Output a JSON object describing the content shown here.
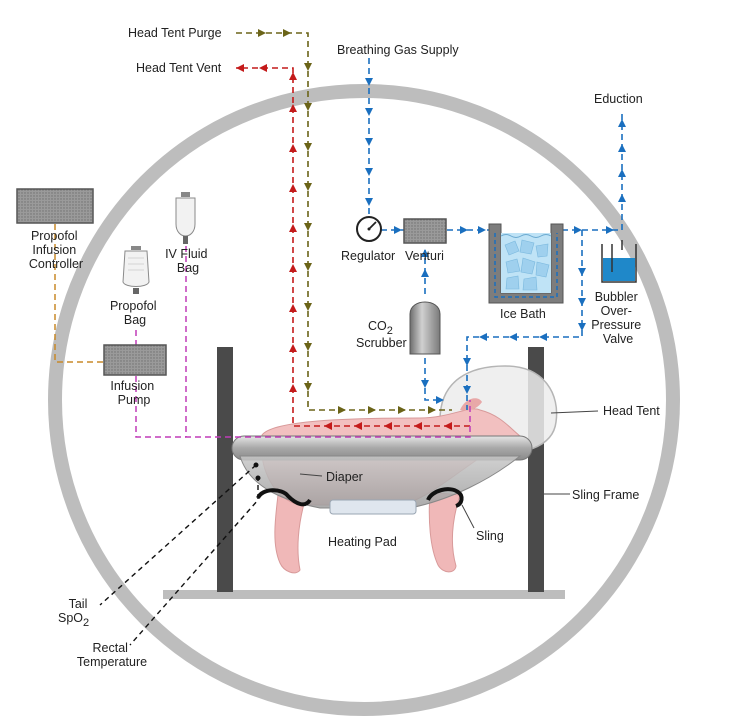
{
  "labels": {
    "head_tent_purge": "Head Tent Purge",
    "head_tent_vent": "Head Tent Vent",
    "breathing_gas_supply": "Breathing Gas Supply",
    "eduction": "Eduction",
    "propofol_infusion_controller": [
      "Propofol",
      "Infusion",
      "Controller"
    ],
    "iv_fluid_bag": [
      "IV Fluid",
      "Bag"
    ],
    "propofol_bag": [
      "Propofol",
      "Bag"
    ],
    "infusion_pump": [
      "Infusion",
      "Pump"
    ],
    "regulator": "Regulator",
    "venturi": "Venturi",
    "ice_bath": "Ice Bath",
    "bubbler": [
      "Bubbler",
      "Over-",
      "Pressure",
      "Valve"
    ],
    "co2_scrubber": [
      "CO",
      "2",
      "Scrubber"
    ],
    "head_tent": "Head Tent",
    "diaper": "Diaper",
    "sling_frame": "Sling Frame",
    "heating_pad": "Heating Pad",
    "sling": "Sling",
    "tail_spo2": [
      "Tail",
      "SpO",
      "2"
    ],
    "rectal_temperature": [
      "Rectal",
      "Temperature"
    ]
  },
  "colors": {
    "purge_line": "#6b6418",
    "vent_line": "#c41a1a",
    "gas_line": "#1a6fbf",
    "infusion_line": "#c03cb8",
    "controller_line": "#c88a2a",
    "chamber": "#bdbdbd",
    "frame": "#4a4a4a",
    "pig": "#f0b8b8"
  }
}
